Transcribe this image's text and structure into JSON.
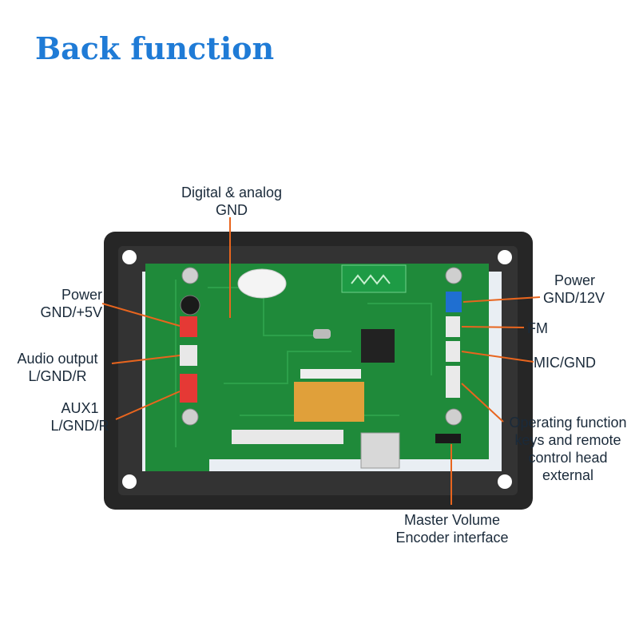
{
  "title": "Back function",
  "labels": {
    "gnd_line1": "Digital & analog",
    "gnd_line2": "GND",
    "power5_line1": "Power",
    "power5_line2": "GND/+5V",
    "audio_line1": "Audio output",
    "audio_line2": "L/GND/R",
    "aux_line1": "AUX1",
    "aux_line2": "L/GND/R",
    "power12_line1": "Power",
    "power12_line2": "GND/12V",
    "fm": "FM",
    "mic": "MIC/GND",
    "op_line1": "Operating function",
    "op_line2": "keys and  remote",
    "op_line3": "control head",
    "op_line4": "external",
    "vol_line1": "Master Volume",
    "vol_line2": "Encoder interface"
  },
  "colors": {
    "title": "#1f7bd6",
    "pointer": "#e8651e",
    "pcb": "#1f8a3a",
    "frame": "#2a2a2a"
  },
  "icons": [
    "qc-passed-stamp",
    "bluetooth-module",
    "ic-chip",
    "usb-port"
  ]
}
